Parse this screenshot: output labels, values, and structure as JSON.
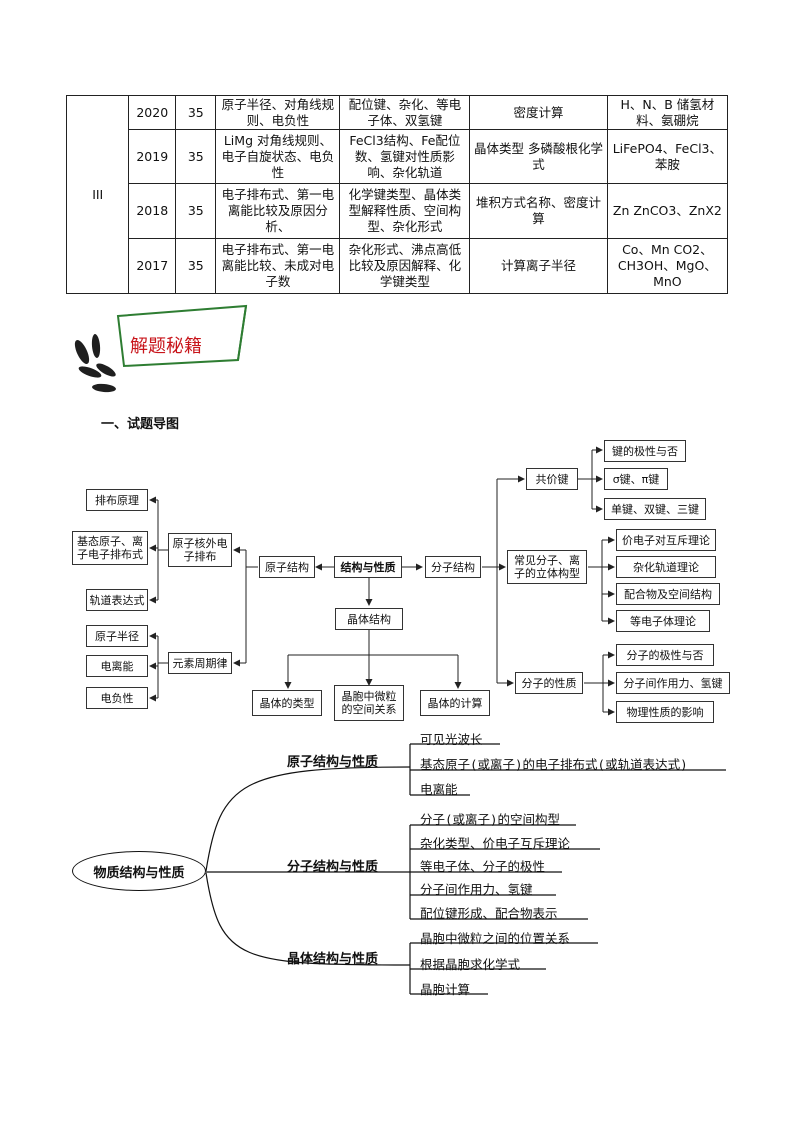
{
  "table": {
    "group": "III",
    "rows": [
      {
        "year": "2020",
        "q": "35",
        "c1": "原子半径、对角线规则、电负性",
        "c2": "配位键、杂化、等电子体、双氢键",
        "c3": "密度计算",
        "c4": "H、N、B 储氢材料、氨硼烷"
      },
      {
        "year": "2019",
        "q": "35",
        "c1": "LiMg 对角线规则、电子自旋状态、电负性",
        "c2": "FeCl3结构、Fe配位数、氢键对性质影响、杂化轨道",
        "c3": "晶体类型 多磷酸根化学式",
        "c4": "LiFePO4、FeCl3、苯胺"
      },
      {
        "year": "2018",
        "q": "35",
        "c1": "电子排布式、第一电离能比较及原因分析、",
        "c2": "化学键类型、晶体类型解释性质、空间构型、杂化形式",
        "c3": "堆积方式名称、密度计算",
        "c4": "Zn ZnCO3、ZnX2"
      },
      {
        "year": "2017",
        "q": "35",
        "c1": "电子排布式、第一电离能比较、未成对电子数",
        "c2": "杂化形式、沸点高低比较及原因解释、化学键类型",
        "c3": "计算离子半径",
        "c4": "Co、Mn CO2、CH3OH、MgO、MnO"
      }
    ]
  },
  "banner": {
    "label": "解题秘籍"
  },
  "section": {
    "title": "一、试题导图"
  },
  "flow": {
    "center": "结构与性质",
    "atom": "原子结构",
    "molecule": "分子结构",
    "crystal": "晶体结构",
    "extra_nuclear": "原子核外电子排布",
    "periodic": "元素周期律",
    "left_top": [
      "排布原理",
      "基态原子、离子电子排布式",
      "轨道表达式"
    ],
    "left_bottom": [
      "原子半径",
      "电离能",
      "电负性"
    ],
    "covalent": "共价键",
    "covalent_items": [
      "键的极性与否",
      "σ键、π键",
      "单键、双键、三键"
    ],
    "shape": "常见分子、离子的立体构型",
    "shape_items": [
      "价电子对互斥理论",
      "杂化轨道理论",
      "配合物及空间结构",
      "等电子体理论"
    ],
    "property": "分子的性质",
    "property_items": [
      "分子的极性与否",
      "分子间作用力、氢键",
      "物理性质的影响"
    ],
    "crystal_items": [
      "晶体的类型",
      "晶胞中微粒的空间关系",
      "晶体的计算"
    ]
  },
  "mind": {
    "root": "物质结构与性质",
    "branches": [
      {
        "title": "原子结构与性质",
        "items": [
          "可见光波长",
          "基态原子(或离子)的电子排布式(或轨道表达式)",
          "电离能"
        ]
      },
      {
        "title": "分子结构与性质",
        "items": [
          "分子(或离子)的空间构型",
          "杂化类型、价电子互斥理论",
          "等电子体、分子的极性",
          "分子间作用力、氢键",
          "配位键形成、配合物表示"
        ]
      },
      {
        "title": "晶体结构与性质",
        "items": [
          "晶胞中微粒之间的位置关系",
          "根据晶胞求化学式",
          "晶胞计算"
        ]
      }
    ]
  }
}
